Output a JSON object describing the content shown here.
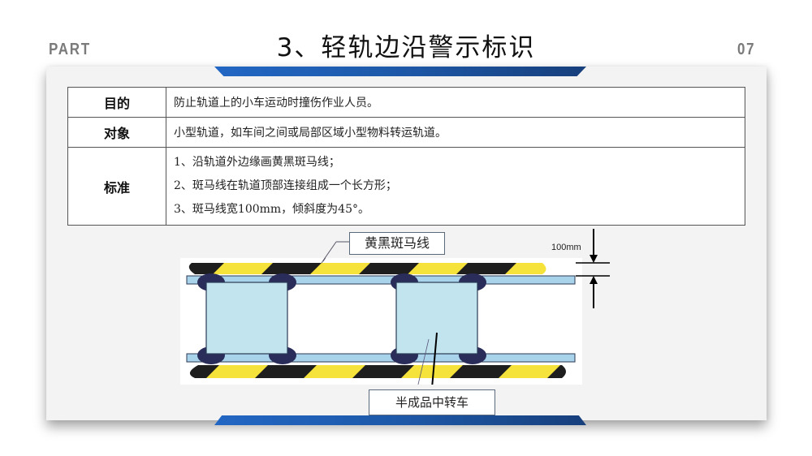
{
  "header": {
    "part_label": "PART",
    "page_number": "07",
    "title": "3、轻轨边沿警示标识"
  },
  "table": {
    "rows": [
      {
        "key": "目的",
        "lines": [
          "防止轨道上的小车运动时撞伤作业人员。"
        ]
      },
      {
        "key": "对象",
        "lines": [
          "小型轨道，如车间之间或局部区域小型物料转运轨道。"
        ]
      },
      {
        "key": "标准",
        "lines": [
          "1、沿轨道外边缘画黄黑斑马线；",
          "2、斑马线在轨道顶部连接组成一个长方形；",
          "3、斑马线宽100mm，倾斜度为45°。"
        ]
      }
    ]
  },
  "diagram": {
    "callout_top": "黄黑斑马线",
    "callout_bottom": "半成品中转车",
    "dimension_label": "100mm",
    "colors": {
      "stripe_yellow": "#f5e23a",
      "stripe_black": "#1e1e1e",
      "rail": "#a9d3ea",
      "cart": "#c2e4ef",
      "wheel": "#2a2d5a",
      "accent_blue": "#1d58a8"
    }
  }
}
